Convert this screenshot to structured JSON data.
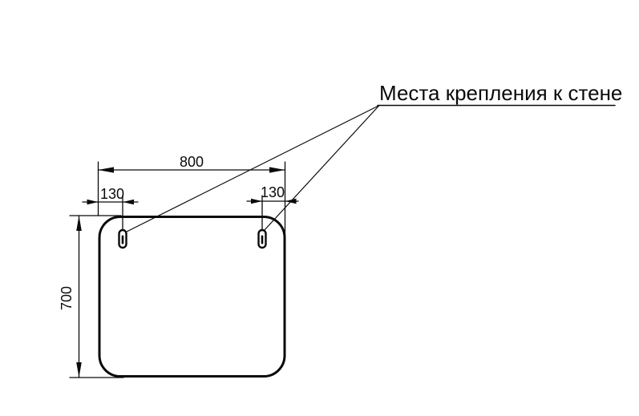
{
  "colors": {
    "line": "#0a0a0a",
    "background": "#ffffff"
  },
  "annotation": {
    "title": "Места крепления к стене"
  },
  "dimensions": {
    "overall_width": {
      "label": "800"
    },
    "overall_height": {
      "label": "700"
    },
    "left_mount_offset": {
      "label": "130"
    },
    "right_mount_offset": {
      "label": "130"
    }
  }
}
